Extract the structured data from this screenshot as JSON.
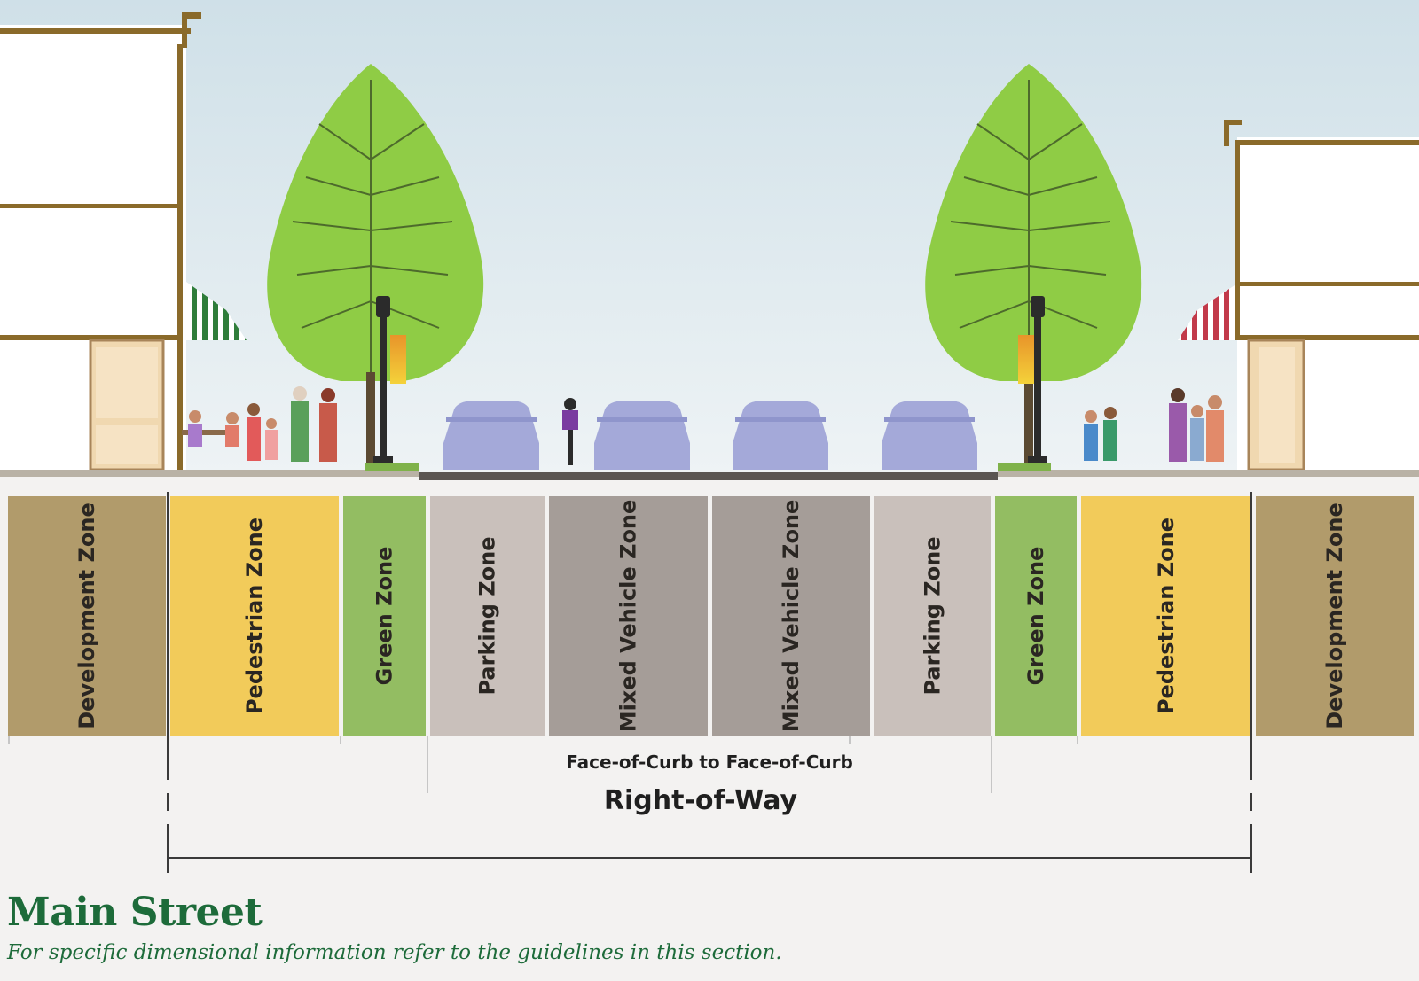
{
  "title": "Main Street",
  "subtitle": "For specific dimensional information refer to the guidelines in this section.",
  "zones": [
    {
      "label": "Development Zone",
      "color": "#b19b6b"
    },
    {
      "label": "Pedestrian Zone",
      "color": "#f2cb5a"
    },
    {
      "label": "Green Zone",
      "color": "#93bd62"
    },
    {
      "label": "Parking Zone",
      "color": "#c9c0bb"
    },
    {
      "label": "Mixed Vehicle Zone",
      "color": "#a59d98"
    },
    {
      "label": "Mixed Vehicle Zone",
      "color": "#a59d98"
    },
    {
      "label": "Parking Zone",
      "color": "#c9c0bb"
    },
    {
      "label": "Green Zone",
      "color": "#93bd62"
    },
    {
      "label": "Pedestrian Zone",
      "color": "#f2cb5a"
    },
    {
      "label": "Development Zone",
      "color": "#b19b6b"
    }
  ],
  "dimensions": {
    "curb_to_curb": "Face-of-Curb to Face-of-Curb",
    "right_of_way": "Right-of-Way"
  },
  "colors": {
    "sky": "#dde9ee",
    "tree": "#8fcc45",
    "car": "#a4a9d9",
    "building_trim": "#8a6a2a",
    "title_green": "#1d6b3a"
  },
  "icons": [
    "tree-icon",
    "lamp-post-icon",
    "car-icon",
    "cyclist-icon",
    "pedestrian-icon",
    "awning-icon"
  ]
}
